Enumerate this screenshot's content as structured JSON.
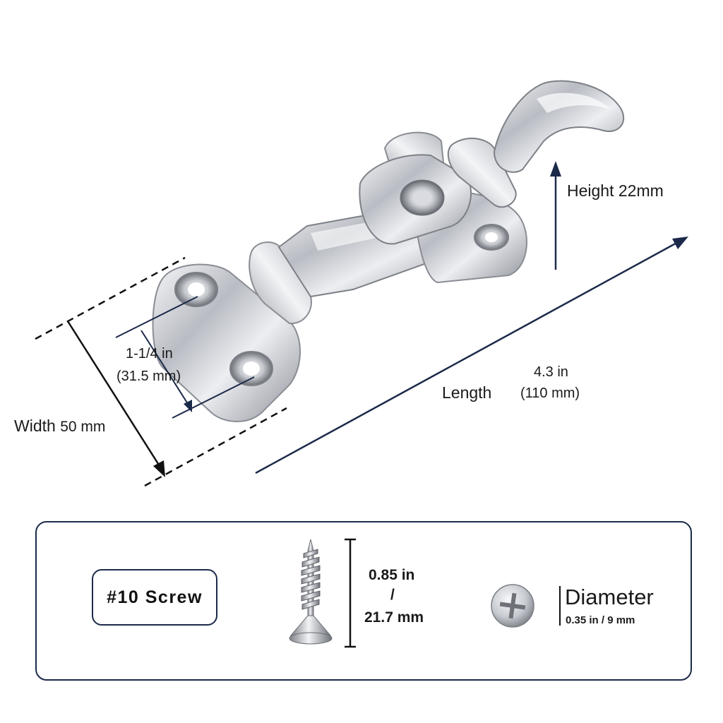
{
  "dimensions": {
    "height": "Height  22mm",
    "length_label": "Length",
    "length_in": "4.3 in",
    "length_mm": "(110 mm)",
    "width_label": "Width",
    "width_value": "50 mm",
    "hole_in": "1-1/4 in",
    "hole_mm": "(31.5 mm)"
  },
  "screw": {
    "badge": "#10  Screw",
    "length_in": "0.85 in",
    "slash": "/",
    "length_mm": "21.7 mm",
    "diameter_label": "Diameter",
    "diameter_value": "0.35 in / 9 mm"
  },
  "colors": {
    "arrow": "#1c2a4a",
    "metal": "#c9ccd2"
  }
}
